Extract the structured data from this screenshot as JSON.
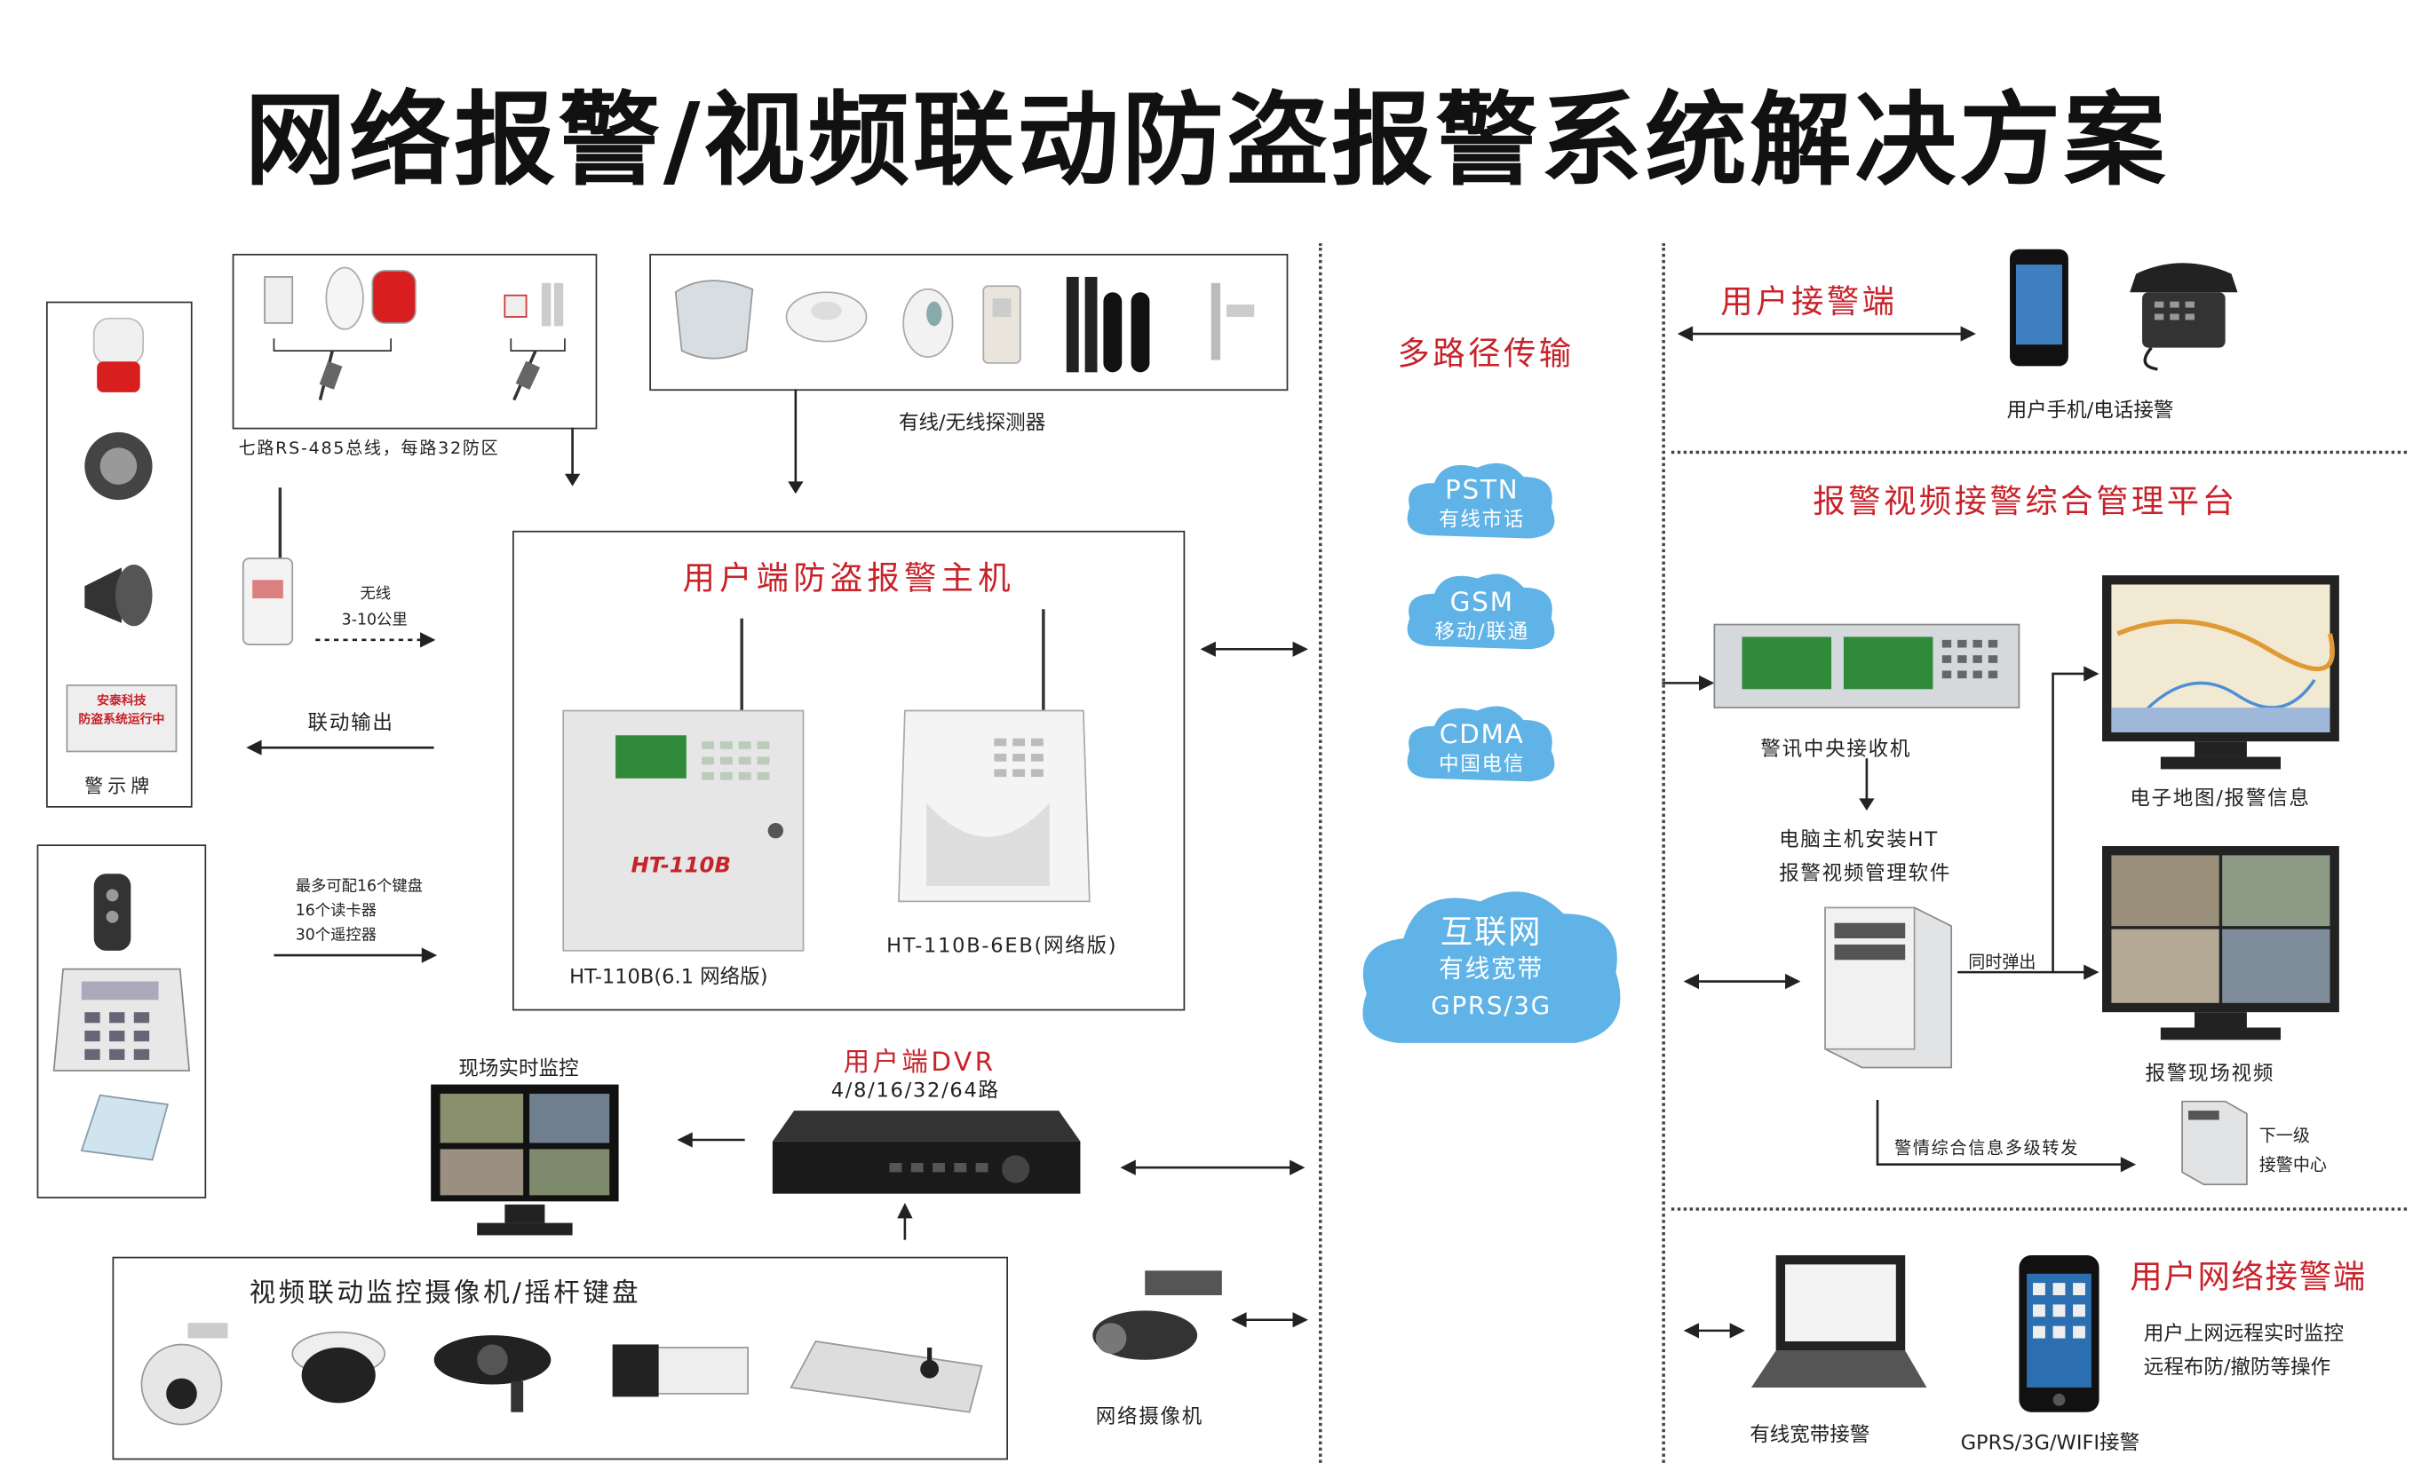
{
  "title": "网络报警/视频联动防盗报警系统解决方案",
  "left": {
    "bus_label": "七路RS-485总线，每路32防区",
    "detector_label": "有线/无线探测器",
    "sign_brand": "安泰科技",
    "sign_text": "防盗系统运行中",
    "sign_label": "警示牌",
    "wireless_label": "无线",
    "wireless_range": "3-10公里",
    "linkage_output": "联动输出",
    "keypad_lines": [
      "最多可配16个键盘",
      "16个读卡器",
      "30个遥控器"
    ]
  },
  "host": {
    "title": "用户端防盗报警主机",
    "model_a": "HT-110B(6.1 网络版)",
    "model_a_logo": "HT-110B",
    "model_b": "HT-110B-6EB(网络版)"
  },
  "dvr": {
    "title": "用户端DVR",
    "channels": "4/8/16/32/64路",
    "live_monitor": "现场实时监控"
  },
  "camera_box_title": "视频联动监控摄像机/摇杆键盘",
  "network_camera": "网络摄像机",
  "transmission": {
    "title": "多路径传输",
    "clouds": [
      {
        "name": "PSTN",
        "sub": "有线市话"
      },
      {
        "name": "GSM",
        "sub": "移动/联通"
      },
      {
        "name": "CDMA",
        "sub": "中国电信"
      },
      {
        "name": "互联网",
        "sub": "有线宽带",
        "sub2": "GPRS/3G"
      }
    ]
  },
  "right": {
    "user_receiver": "用户接警端",
    "phone_label": "用户手机/电话接警",
    "platform_title": "报警视频接警综合管理平台",
    "central_receiver": "警讯中央接收机",
    "pc_install_line1": "电脑主机安装HT",
    "pc_install_line2": "报警视频管理软件",
    "map_label": "电子地图/报警信息",
    "popup_label": "同时弹出",
    "video_label": "报警现场视频",
    "forward_label": "警情综合信息多级转发",
    "sub_center_line1": "下一级",
    "sub_center_line2": "接警中心",
    "net_receiver_title": "用户网络接警端",
    "net_line1": "用户上网远程实时监控",
    "net_line2": "远程布防/撤防等操作",
    "laptop_label": "有线宽带接警",
    "mobile_label": "GPRS/3G/WIFI接警"
  },
  "colors": {
    "accent_red": "#c8222a",
    "cloud_blue": "#5fb3e6"
  }
}
